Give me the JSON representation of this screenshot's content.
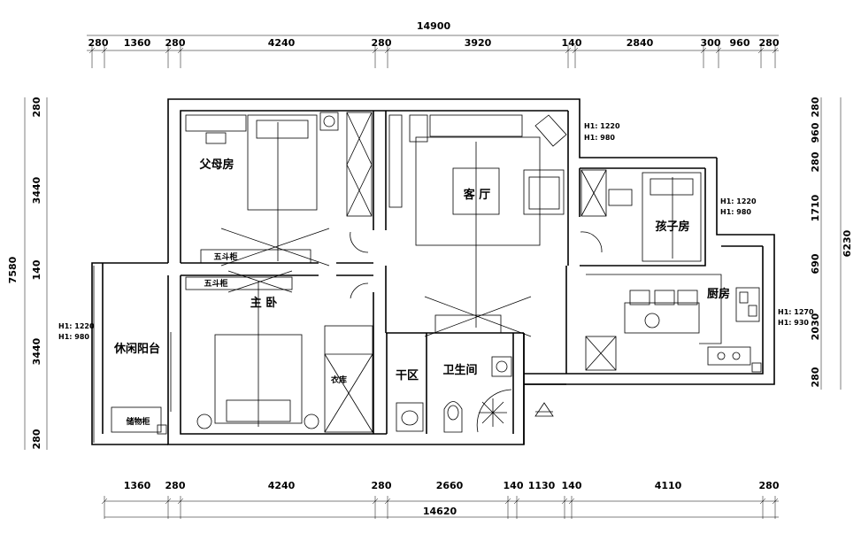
{
  "overall": {
    "top_width": "14900",
    "bottom_width": "14620",
    "left_height": "7580",
    "right_height": "6230"
  },
  "dims": {
    "top": [
      "280",
      "1360",
      "280",
      "4240",
      "280",
      "3920",
      "140",
      "2840",
      "300",
      "960",
      "280"
    ],
    "bottom": [
      "1360",
      "280",
      "4240",
      "280",
      "2660",
      "140",
      "1130",
      "140",
      "4110",
      "280"
    ],
    "left": [
      "280",
      "3440",
      "140",
      "3440",
      "280"
    ],
    "right_outer": [
      "280",
      "960",
      "280",
      "1710",
      "690",
      "2030",
      "280"
    ]
  },
  "rooms": {
    "parents_room": "父母房",
    "master_bedroom": "主 卧",
    "living_room": "客 厅",
    "kids_room": "孩子房",
    "kitchen": "厨房",
    "dry_area": "干区",
    "bathroom": "卫生间",
    "balcony": "休闲阳台",
    "wardrobe": "衣库",
    "cabinet_top": "五斗柜",
    "cabinet_bottom": "五斗柜",
    "storage": "储物柜"
  },
  "window_notes": {
    "living": [
      "H1: 1220",
      "H1: 980"
    ],
    "kids": [
      "H1: 1220",
      "H1: 980"
    ],
    "balcony": [
      "H1: 1220",
      "H1: 980"
    ],
    "kitchen": [
      "H1: 1270",
      "H1: 930"
    ]
  }
}
